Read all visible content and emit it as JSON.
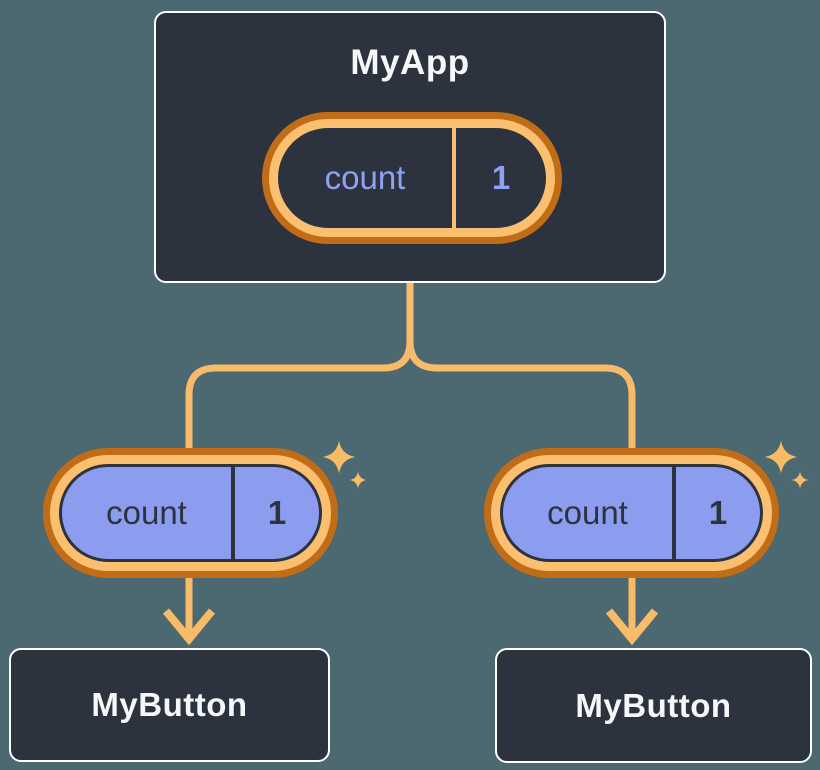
{
  "tree": {
    "root": {
      "label": "MyApp",
      "state_pill": {
        "name": "count",
        "value": "1"
      }
    },
    "children": [
      {
        "label": "MyButton",
        "prop_pill": {
          "name": "count",
          "value": "1"
        }
      },
      {
        "label": "MyButton",
        "prop_pill": {
          "name": "count",
          "value": "1"
        }
      }
    ]
  },
  "colors": {
    "background": "#4C6870",
    "node_fill": "#2D333E",
    "node_border": "#FFFFFF",
    "node_text": "#F6F7F9",
    "pill_ring_outer": "#C16D17",
    "pill_ring_inner": "#FBBF70",
    "pill_purple_fill": "#8C9DF0",
    "pill_purple_text": "#8DA2F2",
    "connector": "#F8BB69",
    "sparkle": "#F8BC66"
  }
}
